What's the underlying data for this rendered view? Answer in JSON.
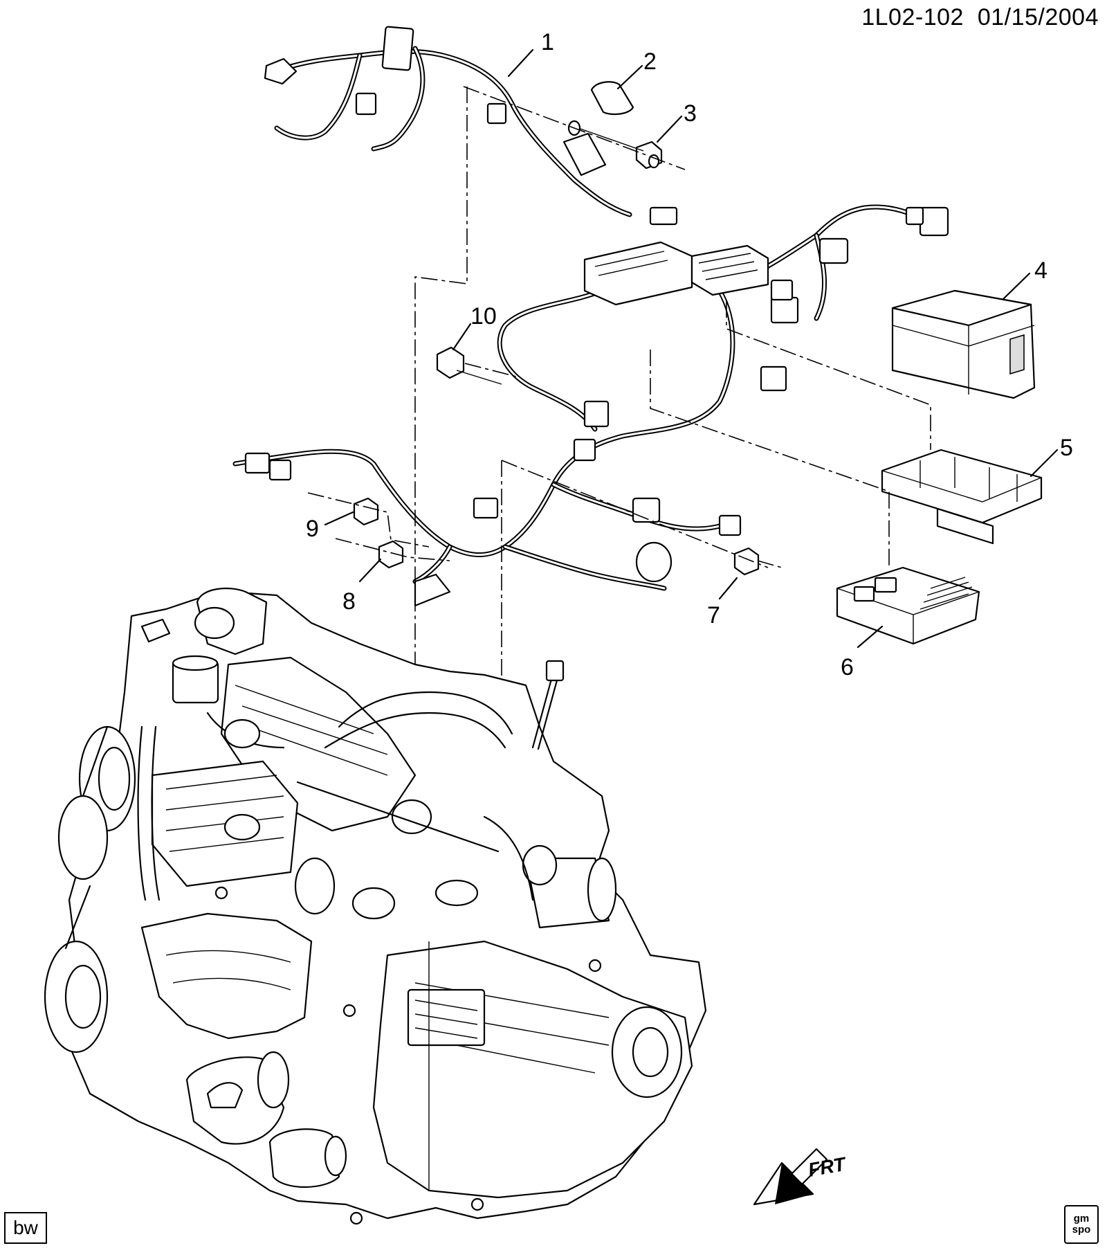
{
  "header": {
    "drawing_id": "1L02-102",
    "date": "01/15/2004"
  },
  "callouts": [
    "1",
    "2",
    "3",
    "4",
    "5",
    "6",
    "7",
    "8",
    "9",
    "10"
  ],
  "orientation": {
    "label": "FRT"
  },
  "footer": {
    "tag": "bw",
    "logo_line1": "gm",
    "logo_line2": "spo"
  }
}
